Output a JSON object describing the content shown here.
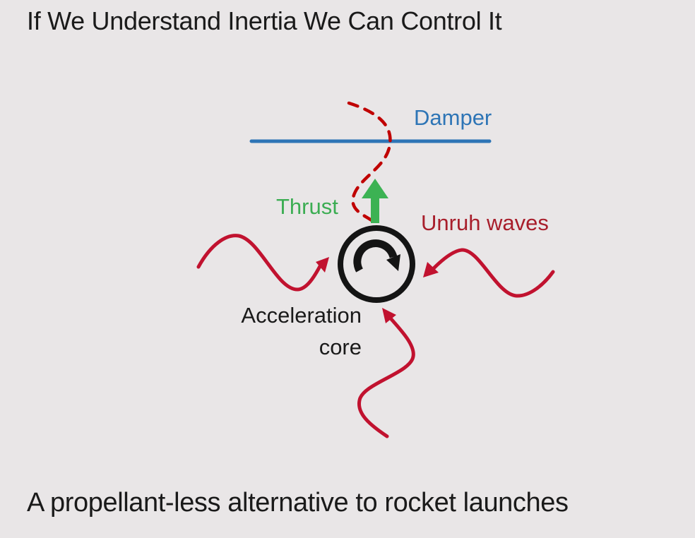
{
  "slide": {
    "title": "If We Understand Inertia We Can Control It",
    "caption": "A propellant-less alternative to rocket launches"
  },
  "diagram": {
    "labels": {
      "damper": "Damper",
      "thrust": "Thrust",
      "unruh_waves": "Unruh waves",
      "acceleration_core_line1": "Acceleration",
      "acceleration_core_line2": "core"
    },
    "colors": {
      "background": "#E9E6E7",
      "text": "#1A1A1A",
      "damper_blue": "#2E75B6",
      "thrust_green": "#3CB253",
      "dashed_red": "#C00000",
      "wave_red": "#C1122F",
      "unruh_text_red": "#A81E2B",
      "core_black": "#141414"
    },
    "elements": [
      "damper-line",
      "dashed-trajectory",
      "thrust-arrow",
      "acceleration-core-circle",
      "rotation-arrow",
      "unruh-wave-left",
      "unruh-wave-right",
      "unruh-wave-bottom"
    ]
  }
}
